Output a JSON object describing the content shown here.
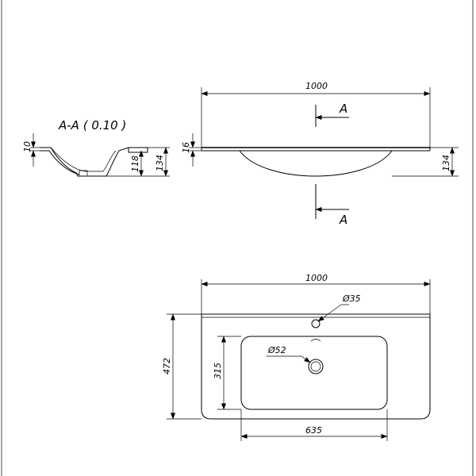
{
  "section_view": {
    "title": "A-A ( 0.10 )",
    "dims": {
      "rim": "10",
      "inner_depth": "118",
      "total_height": "134"
    }
  },
  "side_view": {
    "width": "1000",
    "slab": "16",
    "height": "134",
    "section_mark_top": "A",
    "section_mark_bottom": "A"
  },
  "top_view": {
    "width": "1000",
    "depth": "472",
    "bowl_depth": "315",
    "bowl_width": "635",
    "tap_hole": "Ø35",
    "drain_hole": "Ø52"
  }
}
